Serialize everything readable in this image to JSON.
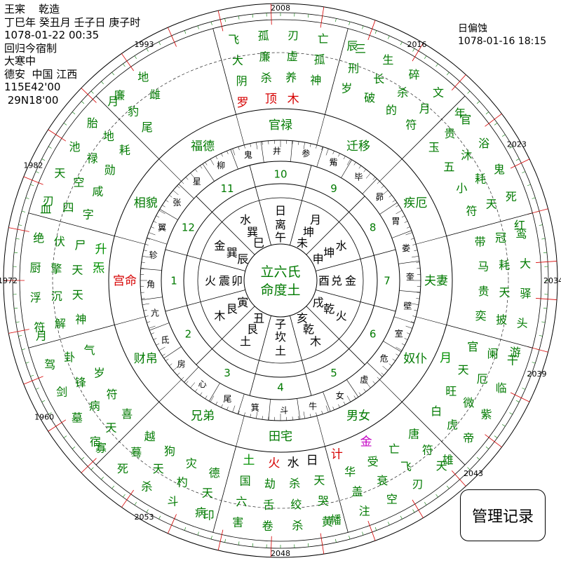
{
  "info": {
    "lines": [
      "王宷    乾造",
      "丁巳年 癸丑月 壬子日 庚子时",
      "1078-01-22 00:35",
      "回归今宿制",
      "大寒中",
      "德安  中国 江西",
      "115E42'00",
      " 29N18'00"
    ]
  },
  "eclipse": {
    "title": "日偏蚀",
    "time": "1078-01-16 18:15"
  },
  "manage_button": "管理记录",
  "year_markers": [
    "2008",
    "2016",
    "2023",
    "2034",
    "2039",
    "2043",
    "2048",
    "2053",
    "1960",
    "1972",
    "1982",
    "1993"
  ],
  "outer_star_text": "飞大阴孤 廉杀刃虚 养 亡孤 神辰 三 刑 岁 生长 破碎 杀的 文 月符 年 官 贵 玉 浴沐 五 鬼 耗 小 死 天符 红 鸾 冠 带 大 耗 马 驿 天贵 头 披 奕 游 干 阑 官 临 厄 天 紫 微 旺 帝 虎 白 雄 天 符 唐 刃 飞 亡 空 衰 受 注 盖 华 幡 黄 哭 天 杀 绞 杀 卷 舌 劫 害 六 国 印 病 天 德 斗 杓 灾 杀 天 狗 死 蓦 越 寡 宿 天 喜 墓 病 符 剑锋 岁驾 卦气 月符 解神 浮沉 天厨 擎天 绝 伏尸 血刃 四字 天空 咸池 禄勋 胎 地耗 月廉 豹尾 地雌",
  "houses": [
    {
      "num": "10",
      "name": "官禄"
    },
    {
      "num": "9",
      "name": "迁移"
    },
    {
      "num": "8",
      "name": "疾厄"
    },
    {
      "num": "7",
      "name": "夫妻"
    },
    {
      "num": "6",
      "name": "奴仆"
    },
    {
      "num": "5",
      "name": "男女"
    },
    {
      "num": "4",
      "name": "田宅"
    },
    {
      "num": "3",
      "name": "兄弟"
    },
    {
      "num": "2",
      "name": "财帛"
    },
    {
      "num": "1",
      "name": "宫命"
    },
    {
      "num": "12",
      "name": "相貌"
    },
    {
      "num": "11",
      "name": "福德"
    }
  ],
  "mansions": [
    "鬼",
    "柳",
    "星",
    "张",
    "翼",
    "轸",
    "角",
    "亢",
    "氐",
    "房",
    "心",
    "尾",
    "箕",
    "斗",
    "牛",
    "女",
    "虚",
    "危",
    "室",
    "壁",
    "奎",
    "娄",
    "胃",
    "昴",
    "毕",
    "觜",
    "参",
    "井"
  ],
  "inner_cells": [
    {
      "a": "月",
      "b": "坤",
      "c": "未"
    },
    {
      "a": "水",
      "b": "坤",
      "c": "申"
    },
    {
      "a": "金",
      "b": "兑",
      "c": "酉"
    },
    {
      "a": "火",
      "b": "乾",
      "c": "戌"
    },
    {
      "a": "木",
      "b": "乾",
      "c": "亥"
    },
    {
      "a": "土",
      "b": "坎",
      "c": "子"
    },
    {
      "a": "土",
      "b": "艮",
      "c": "丑"
    },
    {
      "a": "木",
      "b": "艮",
      "c": "寅"
    },
    {
      "a": "火",
      "b": "震",
      "c": "卯"
    },
    {
      "a": "金",
      "b": "巽",
      "c": "辰"
    },
    {
      "a": "水",
      "b": "巽",
      "c": "巳"
    },
    {
      "a": "日",
      "b": "离",
      "c": "午"
    }
  ],
  "center": {
    "line1": "立六氏",
    "line2": "命度土"
  },
  "planets": [
    {
      "label": "木",
      "color": "#d60000"
    },
    {
      "label": "顶",
      "color": "#d60000"
    },
    {
      "label": "罗",
      "color": "#d60000"
    },
    {
      "label": "升",
      "color": "#009000"
    },
    {
      "label": "炁",
      "color": "#009000"
    },
    {
      "label": "土",
      "color": "#009000"
    },
    {
      "label": "火",
      "color": "#d60000"
    },
    {
      "label": "水",
      "color": "#000000"
    },
    {
      "label": "日",
      "color": "#000000"
    },
    {
      "label": "计",
      "color": "#d60000"
    },
    {
      "label": "金",
      "color": "#c400c4"
    },
    {
      "label": "月",
      "color": "#009000"
    }
  ],
  "colors": {
    "green": "#007a00",
    "red": "#d60000",
    "purple": "#c400c4"
  }
}
